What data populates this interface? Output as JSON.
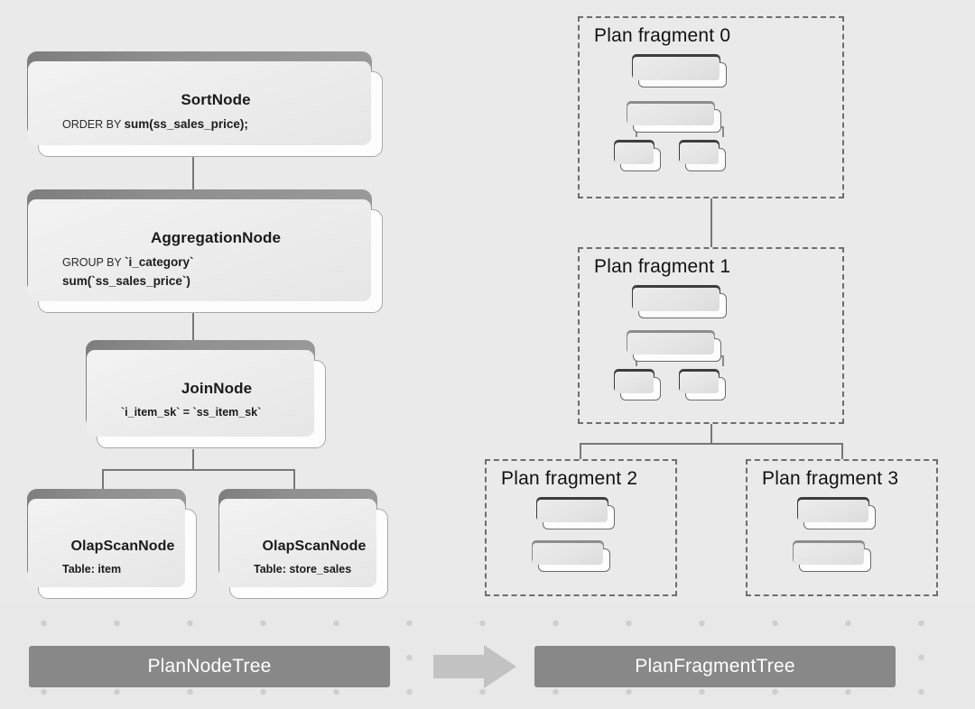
{
  "diagram": {
    "background_color": "#eaeaea",
    "node_shadow_color": "#8f8f8f",
    "banner_color": "#888888",
    "dash_color": "#6e6e6e",
    "arrow_color": "#c2c2c2"
  },
  "plan_node_tree": {
    "nodes": [
      {
        "id": "sort",
        "title": "SortNode",
        "detail_keyword": "ORDER BY ",
        "detail_value": "sum(ss_sales_price);"
      },
      {
        "id": "aggregation",
        "title": "AggregationNode",
        "detail_keyword": "GROUP BY ",
        "detail_value": "`i_category`",
        "detail_line2": "sum(`ss_sales_price`)"
      },
      {
        "id": "join",
        "title": "JoinNode",
        "detail_value": "`i_item_sk` = `ss_item_sk`"
      },
      {
        "id": "scan-item",
        "title": "OlapScanNode",
        "detail_value": "Table: item"
      },
      {
        "id": "scan-store-sales",
        "title": "OlapScanNode",
        "detail_value": "Table: store_sales"
      }
    ]
  },
  "plan_fragment_tree": {
    "fragments": [
      {
        "id": 0,
        "label": "Plan fragment 0",
        "node_count": 4,
        "shape": "join-tree"
      },
      {
        "id": 1,
        "label": "Plan fragment 1",
        "node_count": 4,
        "shape": "join-tree"
      },
      {
        "id": 2,
        "label": "Plan fragment 2",
        "node_count": 2,
        "shape": "chain"
      },
      {
        "id": 3,
        "label": "Plan fragment 3",
        "node_count": 2,
        "shape": "chain"
      }
    ]
  },
  "footer": {
    "left_label": "PlanNodeTree",
    "right_label": "PlanFragmentTree",
    "arrow_icon": "right-arrow-icon"
  }
}
